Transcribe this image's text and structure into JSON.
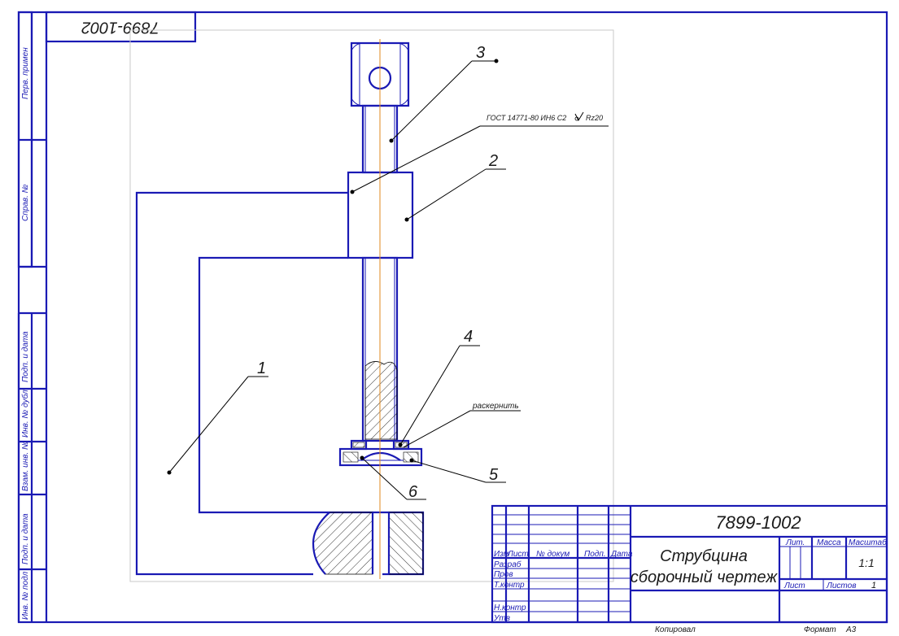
{
  "document": {
    "code": "7899-1002",
    "title_line1": "Струбцина",
    "title_line2": "сборочный чертеж",
    "scale": "1:1",
    "sheet_number": "1",
    "copied": "Копировал",
    "format_label": "Формат",
    "format_value": "A3"
  },
  "side_stamp": {
    "perv_primen": "Перв. примен",
    "sprav_no": "Справ. №",
    "podp_data_1": "Подп. и дата",
    "inv_dubl": "Инв. № дубл",
    "vzam_inv": "Взам. инв. №",
    "podp_data_2": "Подп. и дата",
    "inv_podl": "Инв. № подл"
  },
  "title_block": {
    "izm": "Изм",
    "list": "Лист",
    "n_dokum": "№ докум",
    "podp": "Подп.",
    "data": "Дата",
    "razrab": "Разраб",
    "prov": "Пров",
    "tkontr": "Т.контр",
    "nkontr": "Н.контр",
    "utv": "Утв",
    "lit": "Лит.",
    "massa": "Масса",
    "masshtab": "Масштаб",
    "list_label": "Лист",
    "listov_label": "Листов"
  },
  "annotations": {
    "gost_note": "ГОСТ 14771-80 ИН6 С2",
    "roughness": "Rz20",
    "punch_note": "раскернить"
  },
  "callouts": [
    "1",
    "2",
    "3",
    "4",
    "5",
    "6"
  ]
}
